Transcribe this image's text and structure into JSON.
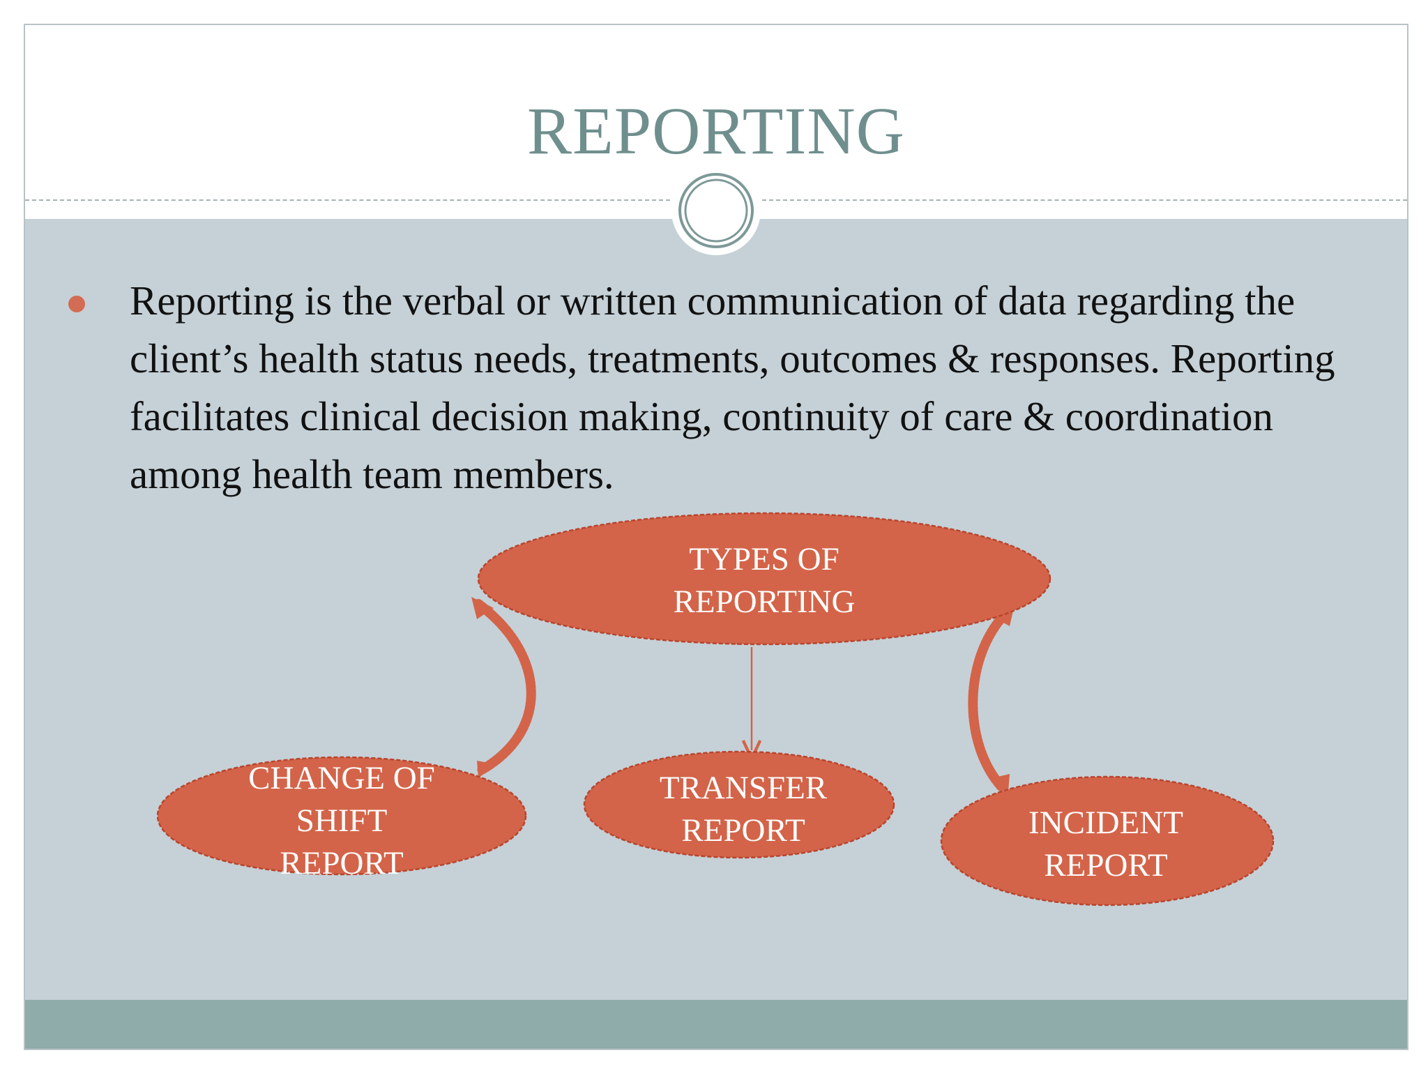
{
  "slide": {
    "title": "REPORTING",
    "bullet": "Reporting is the verbal or written communication of data regarding the client’s health status needs, treatments, outcomes & responses. Reporting facilitates clinical decision making, continuity of care & coordination among health team members."
  },
  "diagram": {
    "root": {
      "label": "TYPES OF\nREPORTING"
    },
    "children": [
      {
        "label": "CHANGE OF\nSHIFT\nREPORT"
      },
      {
        "label": "TRANSFER\nREPORT"
      },
      {
        "label": "INCIDENT\nREPORT"
      }
    ],
    "colors": {
      "node_fill": "#d36449",
      "node_border": "#b9442d",
      "connector": "#d36449",
      "panel": "#c5d1d7",
      "footer": "#8fabaa",
      "title": "#6f8f8e",
      "bullet": "#d36c54"
    }
  }
}
